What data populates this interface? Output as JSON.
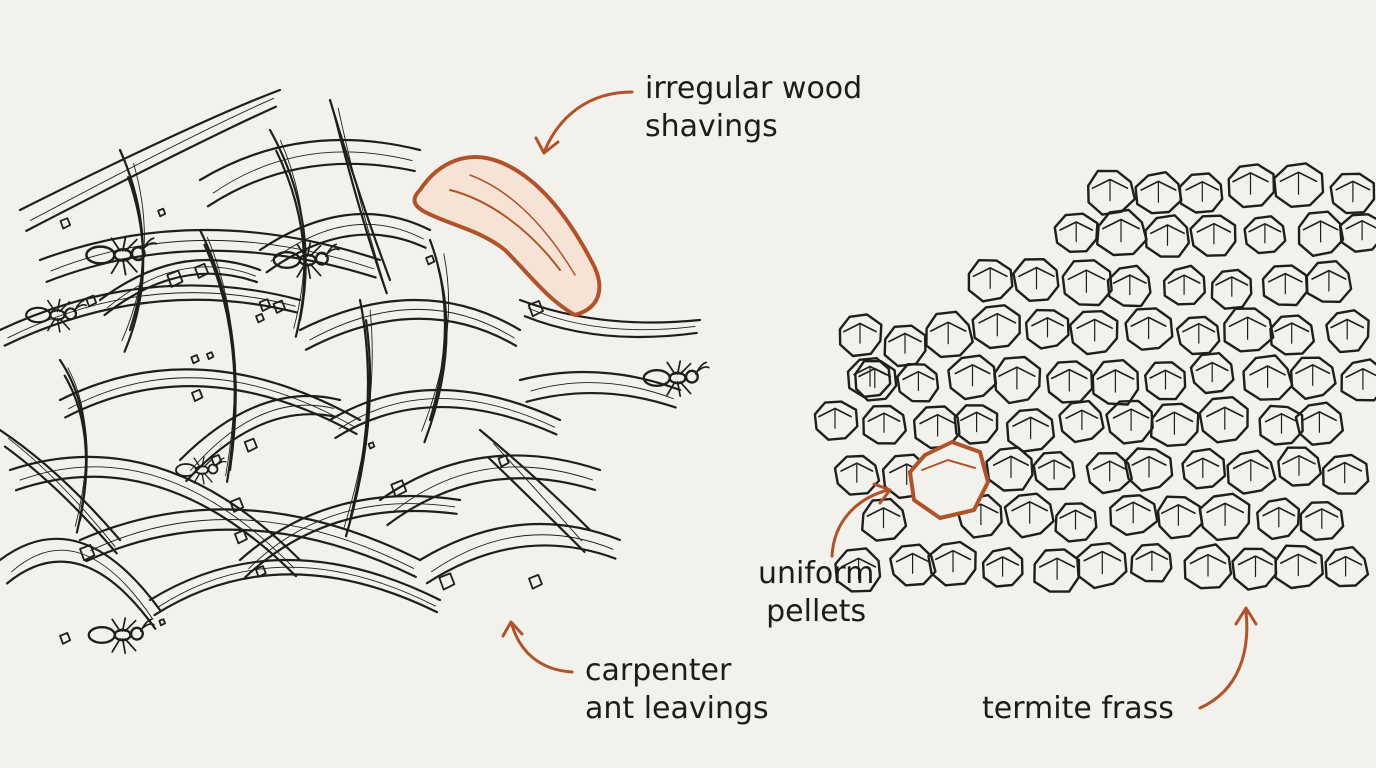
{
  "colors": {
    "background": "#f3f1ec",
    "ink": "#1e1e1e",
    "accent": "#b0532a",
    "highlight_fill": "#f6e3d6"
  },
  "labels": {
    "wood_shavings": {
      "line1": "irregular wood",
      "line2": "shavings"
    },
    "carpenter_ant": {
      "line1": "carpenter",
      "line2": "ant leavings"
    },
    "uniform_pellets": {
      "line1": "uniform",
      "line2": "pellets"
    },
    "termite_frass": {
      "line1": "termite frass"
    }
  },
  "icons": [
    "wood-shaving-icon",
    "ant-icon",
    "pellet-icon",
    "arrow-icon"
  ]
}
